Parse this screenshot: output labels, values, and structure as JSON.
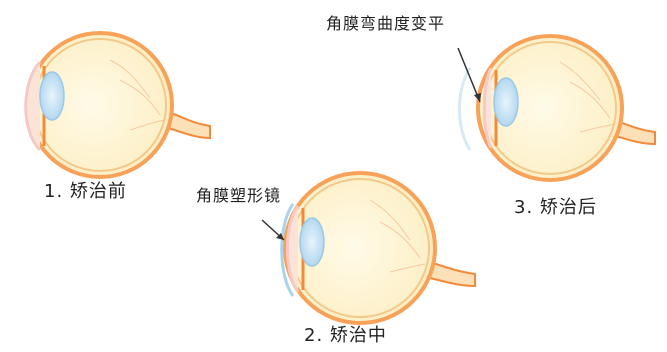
{
  "labels": {
    "before": "1. 矫治前",
    "during": "2. 矫治中",
    "after": "3. 矫治后",
    "lens": "角膜塑形镜",
    "flatten": "角膜弯曲度变平"
  },
  "colors": {
    "sclera_fill": "#fdf7dc",
    "sclera_outer": "#f7a258",
    "sclera_inner": "#f2c98a",
    "lens_fill": "#cfe6f6",
    "lens_edge": "#9cc8e8",
    "nerve": "#f28a3c",
    "cornea_pink": "#f5c9c4",
    "contact_lens": "#a8d4ee",
    "arrow": "#333333"
  }
}
